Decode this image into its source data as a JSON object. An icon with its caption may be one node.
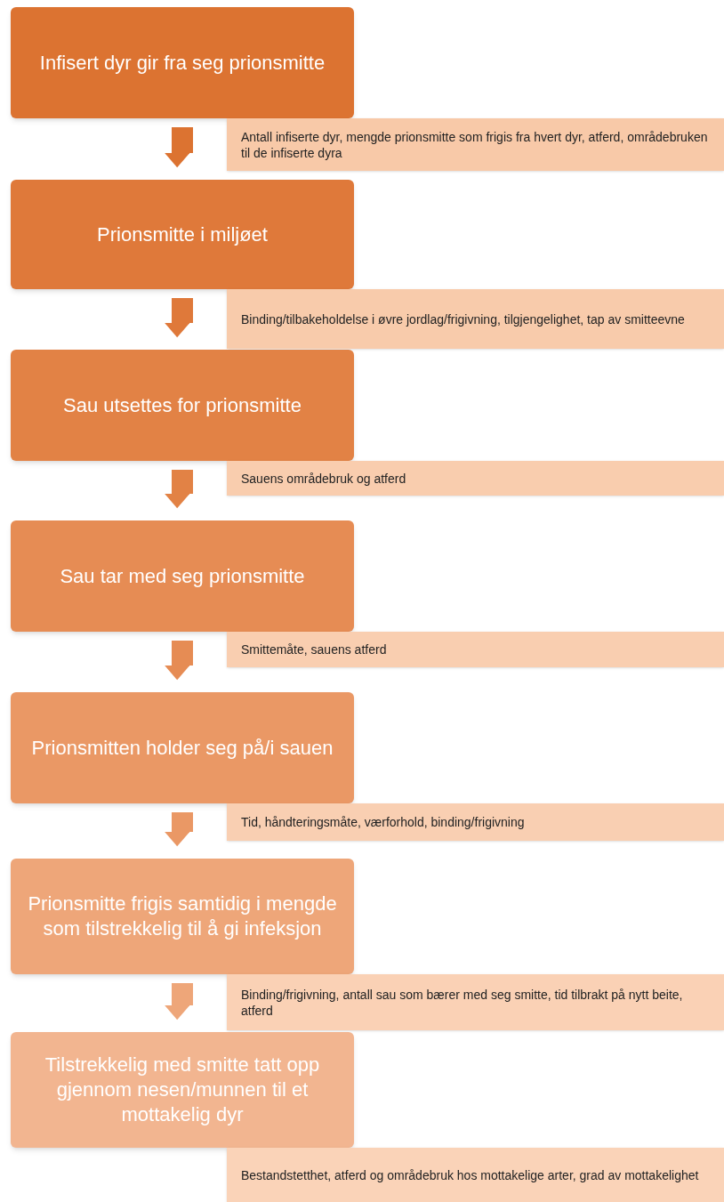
{
  "diagram": {
    "nodes": [
      {
        "text": [
          "Infisert dyr gir fra seg prionsmitte"
        ]
      },
      {
        "text": [
          "Antall infiserte dyr, mengde  prionsmitte som frigis fra hvert dyr, atferd, områdebruken til de infiserte dyra"
        ]
      },
      {
        "text": [
          "Prionsmitte i miljøet"
        ]
      },
      {
        "text": [
          "Binding/tilbakeholdelse i øvre jordlag/frigivning, tilgjengelighet, tap av smitteevne"
        ]
      },
      {
        "text": [
          "Sau utsettes for prionsmitte"
        ]
      },
      {
        "text": [
          "Sauens områdebruk og atferd"
        ]
      },
      {
        "text": [
          "Sau tar med seg prionsmitte"
        ]
      },
      {
        "text": [
          "Smittemåte,  sauens atferd"
        ]
      },
      {
        "text": [
          "Prionsmitten holder seg på/i sauen"
        ]
      },
      {
        "text": [
          "Tid, håndteringsmåte, værforhold, binding/frigivning"
        ]
      },
      {
        "text": [
          "Prionsmitte frigis samtidig i mengde som tilstrekkelig til å gi infeksjon"
        ]
      },
      {
        "text": [
          "Binding/frigivning, antall sau som bærer med  seg smitte, tid tilbrakt på nytt beite,  atferd"
        ]
      },
      {
        "text": [
          "Tilstrekkelig med smitte tatt opp gjennom nesen/munnen til et mottakelig dyr"
        ]
      },
      {
        "text": [
          "Bestandstetthet,  atferd og områdebruk hos mottakelige arter, grad av mottakelighet"
        ]
      }
    ],
    "edges": [
      {
        "from": 0,
        "to": 2,
        "arrow": "to"
      },
      {
        "from": 2,
        "to": 4,
        "arrow": "to"
      },
      {
        "from": 4,
        "to": 6,
        "arrow": "to"
      },
      {
        "from": 6,
        "to": 8,
        "arrow": "to"
      },
      {
        "from": 8,
        "to": 10,
        "arrow": "to"
      },
      {
        "from": 10,
        "to": 12,
        "arrow": "to"
      }
    ]
  }
}
